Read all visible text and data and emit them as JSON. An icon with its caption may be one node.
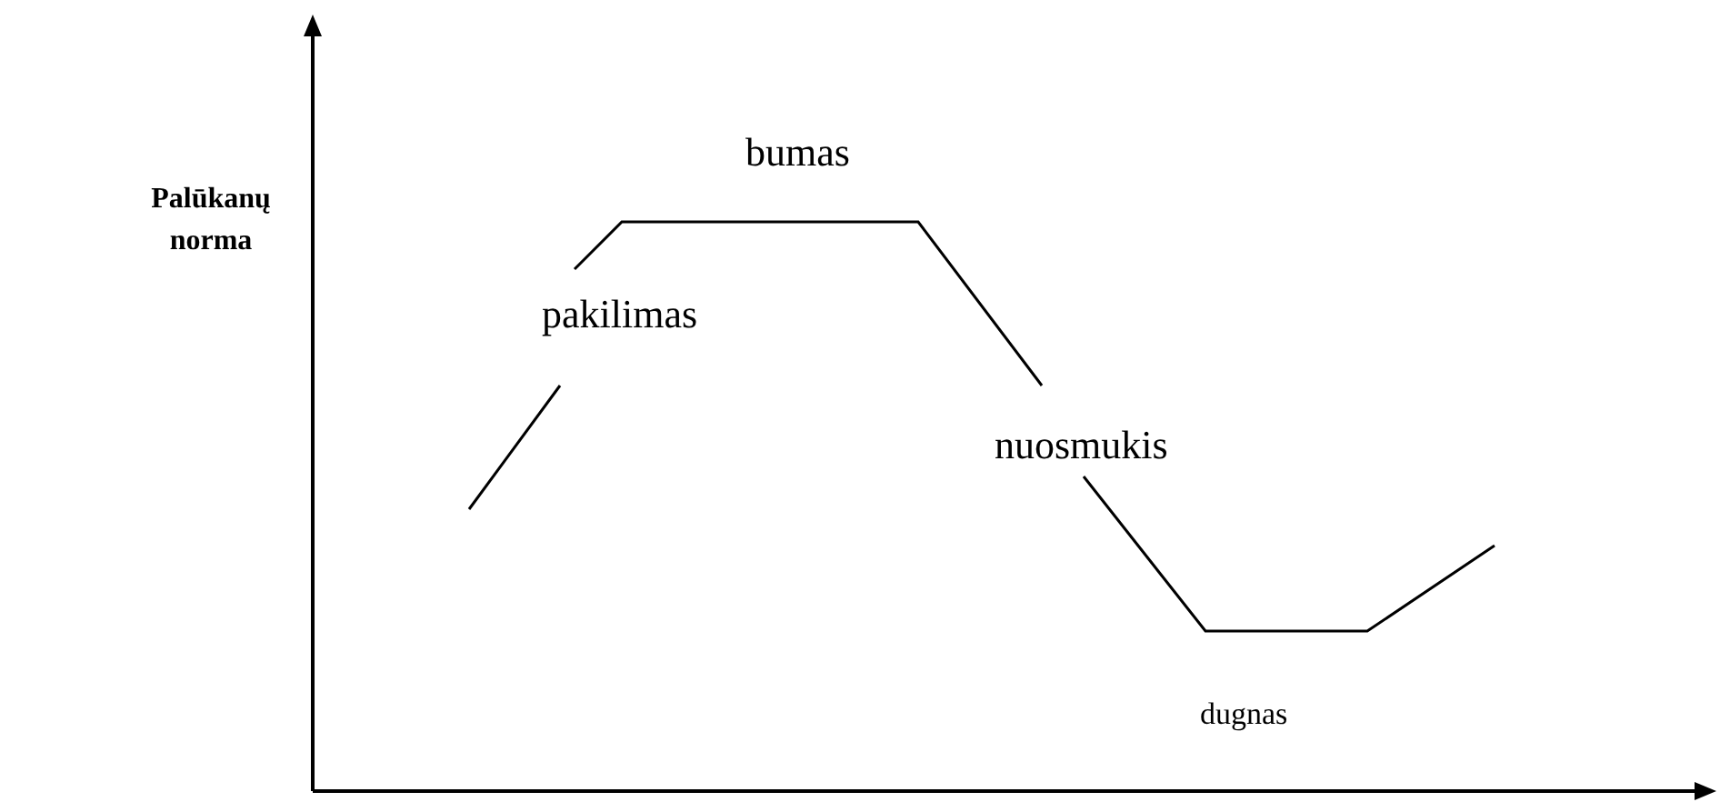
{
  "diagram": {
    "labels": [
      "Palūkanų norma",
      "bumas",
      "pakilimas",
      "nuosmukis",
      "dugnas"
    ]
  }
}
